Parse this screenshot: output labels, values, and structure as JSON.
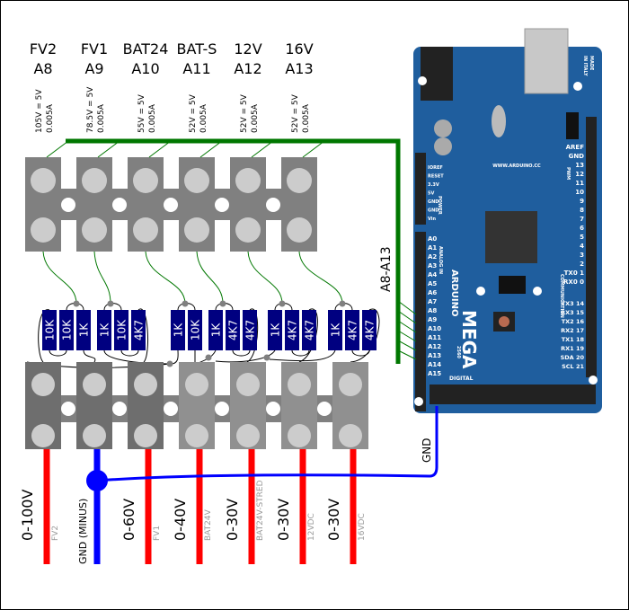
{
  "channels": [
    {
      "name": "FV2",
      "pin": "A8",
      "scale": "105V = 5V",
      "current": "0.005A"
    },
    {
      "name": "FV1",
      "pin": "A9",
      "scale": "78.5V = 5V",
      "current": "0.005A"
    },
    {
      "name": "BAT24",
      "pin": "A10",
      "scale": "55V = 5V",
      "current": "0.005A"
    },
    {
      "name": "BAT-S",
      "pin": "A11",
      "scale": "52V = 5V",
      "current": "0.005A"
    },
    {
      "name": "12V",
      "pin": "A12",
      "scale": "52V = 5V",
      "current": "0.005A"
    },
    {
      "name": "16V",
      "pin": "A13",
      "scale": "52V = 5V",
      "current": "0.005A"
    }
  ],
  "resistors": [
    "10K",
    "10K",
    "1K",
    "1K",
    "10K",
    "4K7",
    "1K",
    "10K",
    "1K",
    "4K7",
    "4K7",
    "1K",
    "4K7",
    "4K7",
    "1K",
    "4K7",
    "4K7"
  ],
  "bus_label": "A8-A13",
  "gnd_label": "GND",
  "inputs": [
    {
      "range": "0-100V",
      "source": "FV2"
    },
    {
      "range": "GND (MINUS)",
      "source": ""
    },
    {
      "range": "0-60V",
      "source": "FV1"
    },
    {
      "range": "0-40V",
      "source": "BAT24V"
    },
    {
      "range": "0-30V",
      "source": "BAT24V-STRED"
    },
    {
      "range": "0-30V",
      "source": "12VDC"
    },
    {
      "range": "0-30V",
      "source": "16VDC"
    }
  ],
  "board": {
    "made_in": [
      "MADE",
      "IN ITALY"
    ],
    "brand": "ARDUINO",
    "model": "MEGA",
    "chip": "2560",
    "website": "WWW.ARDUINO.CC",
    "analog_pins": [
      "A0",
      "A1",
      "A2",
      "A3",
      "A4",
      "A5",
      "A6",
      "A7",
      "A8",
      "A9",
      "A10",
      "A11",
      "A12",
      "A13",
      "A14",
      "A15"
    ],
    "power_pins": [
      "IOREF",
      "RESET",
      "3.3V",
      "5V",
      "GND",
      "GND",
      "Vin"
    ],
    "pwm_pins": [
      "AREF",
      "GND",
      "13",
      "12",
      "11",
      "10",
      "9",
      "8",
      "7",
      "6",
      "5",
      "4",
      "3",
      "2",
      "TX0 1",
      "RX0 0"
    ],
    "comm_pins": [
      "TX3 14",
      "RX3 15",
      "TX2 16",
      "RX2 17",
      "TX1 18",
      "RX1 19",
      "SDA 20",
      "SCL 21"
    ],
    "digital_label": "DIGITAL",
    "power_label": "POWER",
    "analog_label": "ANALOG IN",
    "pwm_label": "PWM",
    "comm_label": "COMMUNICATION"
  },
  "colors": {
    "bus": "#007700",
    "positive": "#ff0000",
    "ground": "#0000ff",
    "resistor": "#000080",
    "terminal": "#808080",
    "board": "#1f5e9e"
  }
}
